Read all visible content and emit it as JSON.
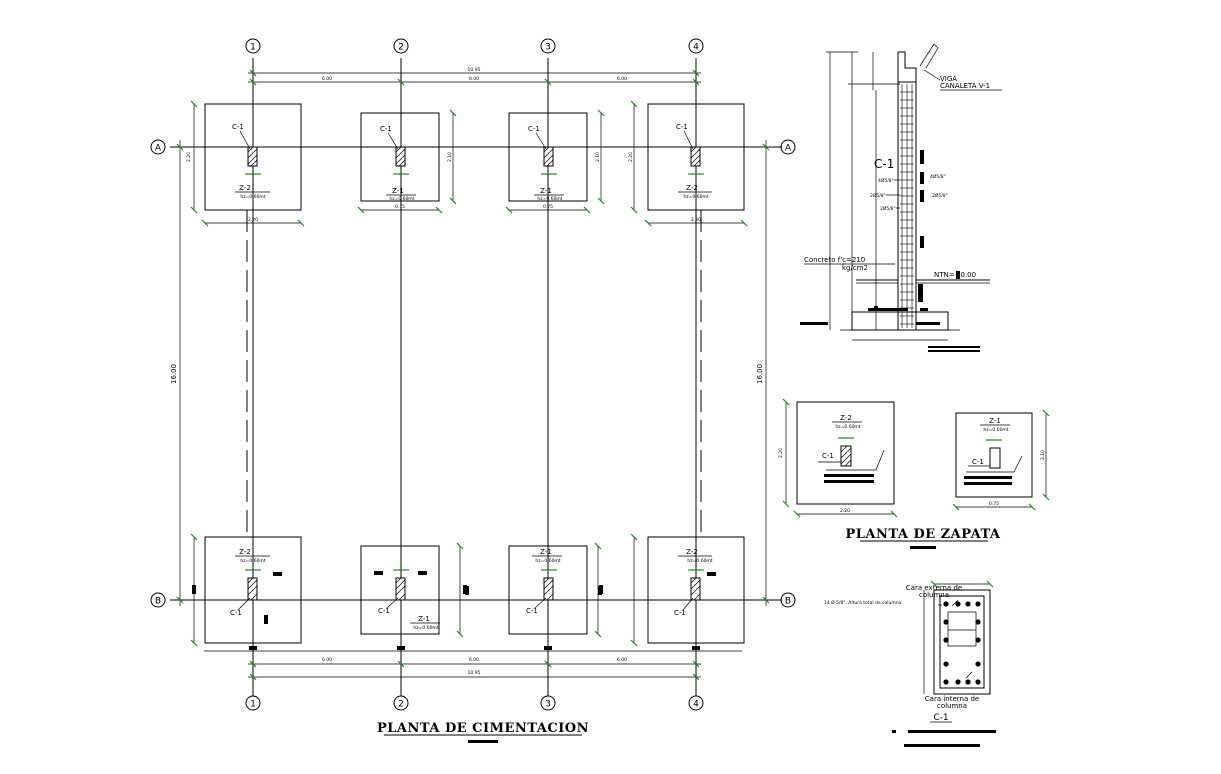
{
  "grid": {
    "columns": [
      "1",
      "2",
      "3",
      "4"
    ],
    "rows": [
      "A",
      "B"
    ]
  },
  "dimensions": {
    "top_total": "10.95",
    "top_spans": [
      "6.00",
      "6.00",
      "6.00"
    ],
    "bottom_total": "10.95",
    "bottom_spans": [
      "6.00",
      "6.00",
      "6.00"
    ],
    "left_total": "16.00",
    "right_total": "16.00",
    "footing_sides": [
      "2.20",
      "2.10",
      "2.10",
      "2.20"
    ],
    "footing_widths": [
      "2.20",
      "0.75",
      "0.75",
      "2.20"
    ]
  },
  "footings": {
    "column_label": "C-1",
    "top": [
      {
        "type": "Z-2",
        "hz": "hz=0.60mt"
      },
      {
        "type": "Z-1",
        "hz": "hz=0.60mt"
      },
      {
        "type": "Z-1",
        "hz": "hz=0.60mt"
      },
      {
        "type": "Z-2",
        "hz": "hz=0.60mt"
      }
    ],
    "bottom": [
      {
        "type": "Z-2",
        "hz": "hz=0.60mt"
      },
      {
        "type": "Z-1",
        "hz": "hz=0.60mt"
      },
      {
        "type": "Z-1",
        "hz": "hz=0.60mt"
      },
      {
        "type": "Z-2",
        "hz": "hz=0.60mt"
      }
    ]
  },
  "titles": {
    "plan": "PLANTA DE CIMENTACION",
    "zapata": "PLANTA DE ZAPATA"
  },
  "section": {
    "viga": "VIGA",
    "canaleta": "CANALETA V-1",
    "column": "C-1",
    "rebar_1": "4Ø5/8\"",
    "rebar_2": "2Ø5/8\"",
    "rebar_3": "2Ø5/8\"",
    "rebar_4": "4Ø5/8\"",
    "rebar_5": "2Ø5/8\"",
    "concrete_1": "Concreto f'c=210",
    "concrete_2": "kg/cm2",
    "ntn": "NTN=+0.00"
  },
  "zapata_detail": {
    "left": {
      "type": "Z-2",
      "hz": "hz=0.60mt",
      "col": "C-1",
      "side": "2.20",
      "width": "2.20"
    },
    "right": {
      "type": "Z-1",
      "hz": "hz=0.60mt",
      "col": "C-1",
      "side": "2.10",
      "width": "0.75"
    }
  },
  "column_detail": {
    "ext_1": "Cara externa de",
    "ext_2": "columna",
    "bars": "14 Ø 5/8\", Altura total de columna",
    "int_1": "Cara interna de",
    "int_2": "columna",
    "label": "C-1"
  }
}
